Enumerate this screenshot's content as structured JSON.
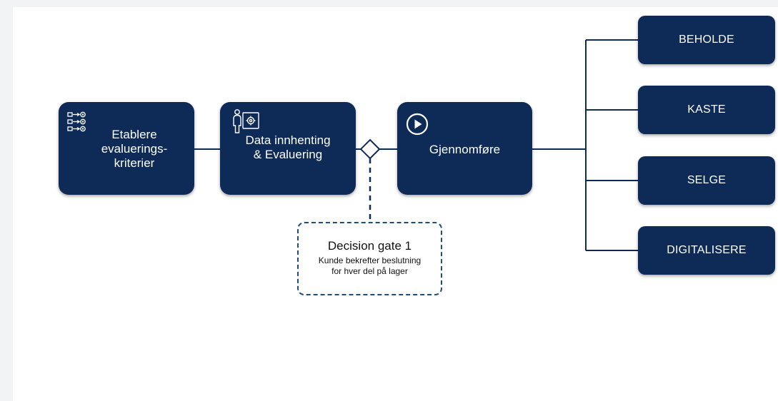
{
  "steps": [
    {
      "id": "step1",
      "label": "Etablere\nevaluerings-\nkriterier",
      "icon": "criteria-list-icon"
    },
    {
      "id": "step2",
      "label": "Data innhenting\n& Evaluering",
      "icon": "person-evaluation-icon"
    },
    {
      "id": "step3",
      "label": "Gjennomføre",
      "icon": "play-icon"
    }
  ],
  "gate": {
    "title": "Decision gate 1",
    "description_line1": "Kunde bekrefter beslutning",
    "description_line2": "for hver del på lager"
  },
  "outcomes": [
    "BEHOLDE",
    "KASTE",
    "SELGE",
    "DIGITALISERE"
  ],
  "colors": {
    "node": "#0d2b56",
    "connector": "#0d2b56",
    "gate_border": "#1f4e79",
    "text": "#ffffff"
  }
}
